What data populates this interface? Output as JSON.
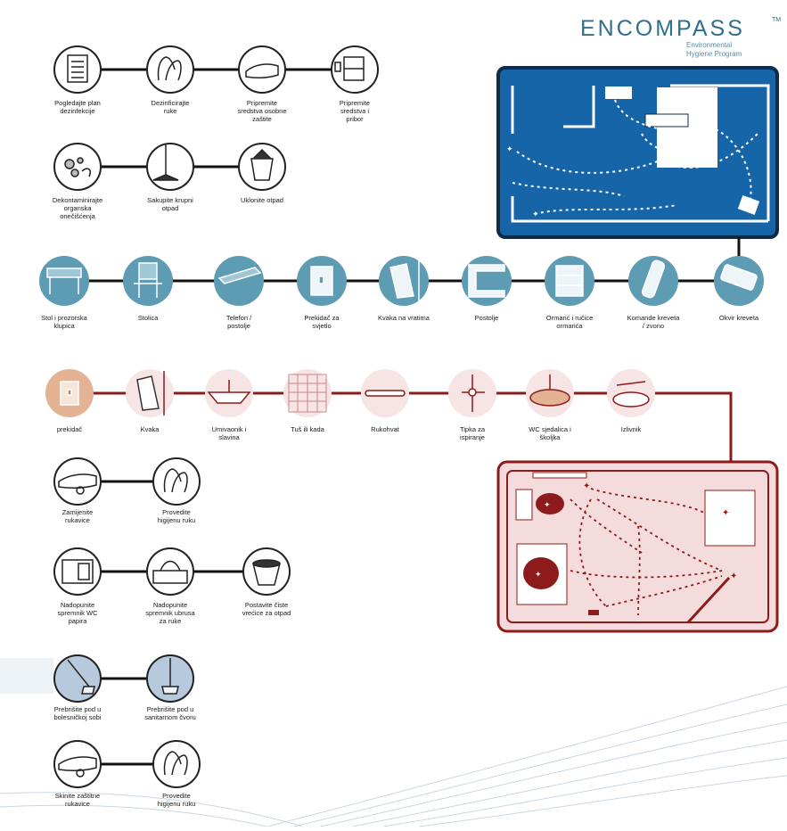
{
  "brand": {
    "name": "ENCOMPASS",
    "tm": "TM",
    "subtitle_1": "Environmental",
    "subtitle_2": "Hygiene Program"
  },
  "colors": {
    "teal": "#5d9cb3",
    "room_blue": "#1565a8",
    "peach": "#e3b393",
    "pink_pale": "#f7e4e4",
    "path_red": "#8e1b1b"
  },
  "general_steps_row1": [
    {
      "label": "Pogledajte plan dezinfekcije",
      "icon": "checklist-icon"
    },
    {
      "label": "Dezinficirajte ruke",
      "icon": "hands-icon"
    },
    {
      "label": "Pripremite sredstva osobne zaštite",
      "icon": "glove-icon"
    },
    {
      "label": "Pripremite sredstva i pribor",
      "icon": "cart-icon"
    }
  ],
  "general_steps_row2": [
    {
      "label": "Dekontaminirajte organska onečišćenja",
      "icon": "spill-icon"
    },
    {
      "label": "Sakupite krupni otpad",
      "icon": "broom-icon"
    },
    {
      "label": "Uklonite otpad",
      "icon": "bin-icon"
    }
  ],
  "patient_room_items": [
    {
      "label": "Stol i prozorska klupica",
      "icon": "table-icon"
    },
    {
      "label": "Stolica",
      "icon": "chair-icon"
    },
    {
      "label": "Telefon / postolje",
      "icon": "shelf-icon"
    },
    {
      "label": "Prekidač za svjetlo",
      "icon": "switch-icon"
    },
    {
      "label": "Kvaka na vratima",
      "icon": "door-handle-icon"
    },
    {
      "label": "Postolje",
      "icon": "bracket-icon"
    },
    {
      "label": "Ormarić i ručice ormarića",
      "icon": "cabinet-icon"
    },
    {
      "label": "Komande kreveta / zvono",
      "icon": "remote-icon"
    },
    {
      "label": "Okvir kreveta",
      "icon": "bed-rail-icon"
    }
  ],
  "bathroom_items": [
    {
      "label": "prekidač",
      "icon": "switch-icon"
    },
    {
      "label": "Kvaka",
      "icon": "door-handle-icon"
    },
    {
      "label": "Umivaonik i slavina",
      "icon": "sink-icon"
    },
    {
      "label": "Tuš ili kada",
      "icon": "shower-icon"
    },
    {
      "label": "Rukohvat",
      "icon": "grab-bar-icon"
    },
    {
      "label": "Tipka za ispiranje",
      "icon": "flush-icon"
    },
    {
      "label": "WC sjedalica i školjka",
      "icon": "toilet-seat-icon"
    },
    {
      "label": "Izlivnik",
      "icon": "drain-icon"
    }
  ],
  "final_steps": [
    {
      "label": "Zamijenite rukavice",
      "icon": "glove-icon"
    },
    {
      "label": "Provedite higijenu ruku",
      "icon": "hands-icon"
    },
    {
      "label": "Nadopunite spremnik WC papira",
      "icon": "paper-roll-icon"
    },
    {
      "label": "Nadopunite spremnik ubrusa za ruke",
      "icon": "towel-icon"
    },
    {
      "label": "Postavite čiste vrećice za otpad",
      "icon": "bag-icon"
    },
    {
      "label": "Prebrišite pod u bolesničkoj sobi",
      "icon": "mop-room-icon"
    },
    {
      "label": "Prebrišite pod u sanitarnom čvoru",
      "icon": "mop-bath-icon"
    },
    {
      "label": "Skinite zaštitne rukavice",
      "icon": "glove-icon"
    },
    {
      "label": "Provedite higijenu ruku",
      "icon": "hands-icon"
    }
  ]
}
